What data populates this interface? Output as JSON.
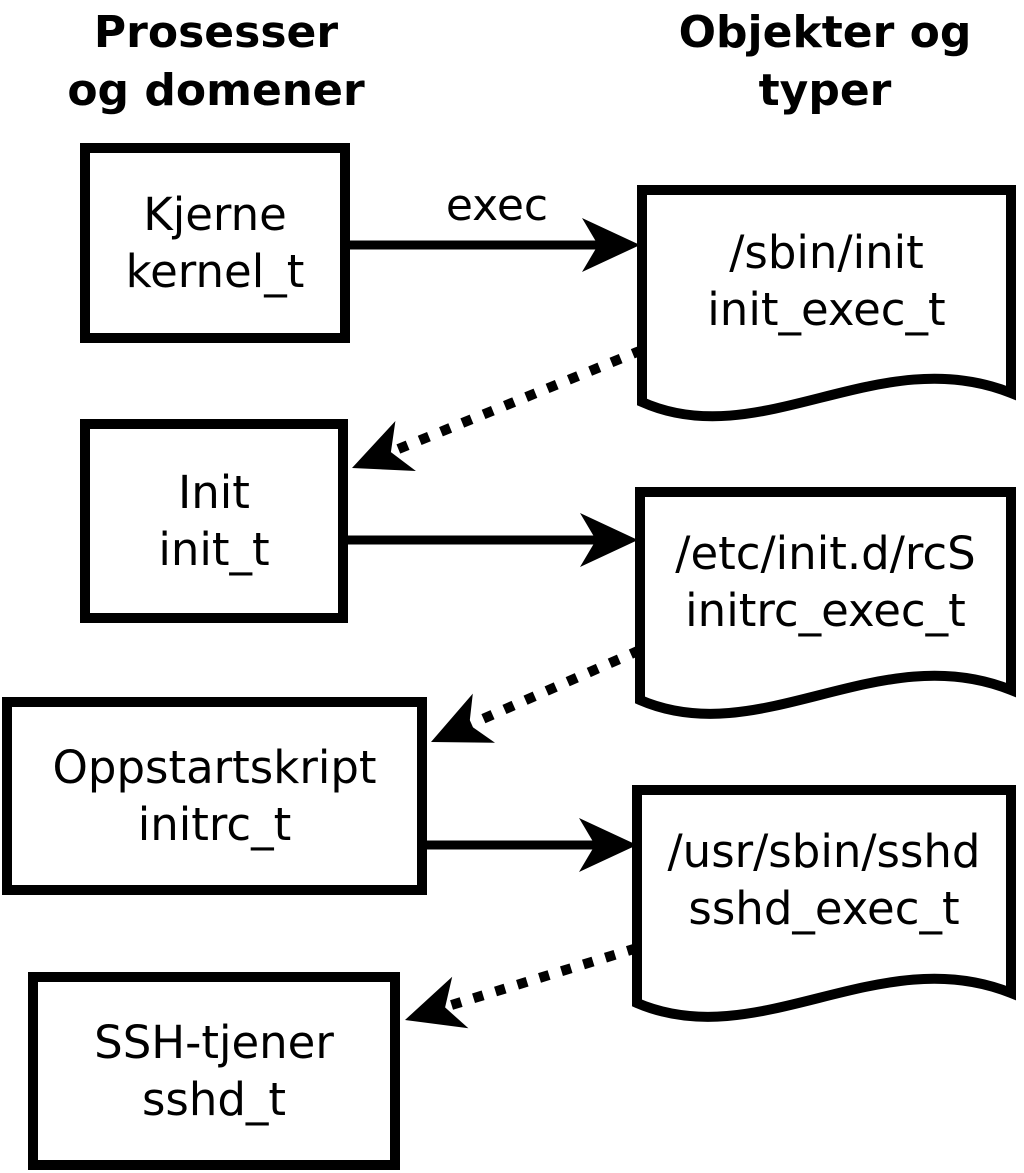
{
  "diagram": {
    "header_left": {
      "line1": "Prosesser",
      "line2": "og domener"
    },
    "header_right": {
      "line1": "Objekter og",
      "line2": "typer"
    },
    "process_nodes": [
      {
        "label": "Kjerne",
        "type": "kernel_t"
      },
      {
        "label": "Init",
        "type": "init_t"
      },
      {
        "label": "Oppstartskript",
        "type": "initrc_t"
      },
      {
        "label": "SSH-tjener",
        "type": "sshd_t"
      }
    ],
    "object_nodes": [
      {
        "label": "/sbin/init",
        "type": "init_exec_t"
      },
      {
        "label": "/etc/init.d/rcS",
        "type": "initrc_exec_t"
      },
      {
        "label": "/usr/sbin/sshd",
        "type": "sshd_exec_t"
      }
    ],
    "arrow_label": "exec",
    "colors": {
      "line": "#000000",
      "fill": "#ffffff",
      "background": "#ffffff"
    }
  }
}
